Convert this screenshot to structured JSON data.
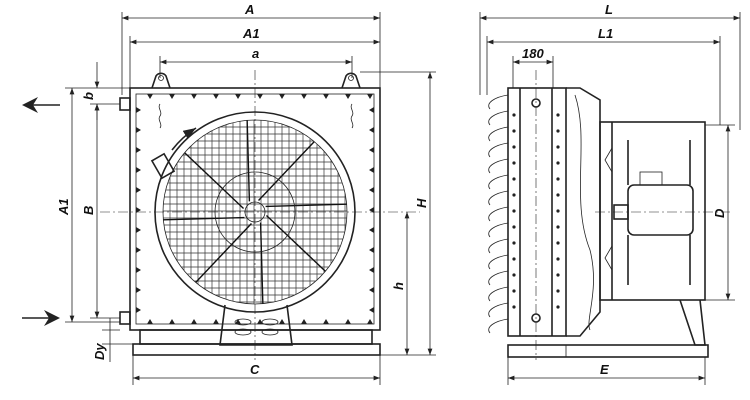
{
  "front_view": {
    "dims": {
      "A": "A",
      "A1_top": "A1",
      "a": "a",
      "b": "b",
      "A1_side": "A1",
      "B": "B",
      "H": "H",
      "h": "h",
      "Dy": "Dy",
      "C": "C"
    }
  },
  "side_view": {
    "dims": {
      "L": "L",
      "L1": "L1",
      "d180": "180",
      "D": "D",
      "E": "E"
    }
  }
}
